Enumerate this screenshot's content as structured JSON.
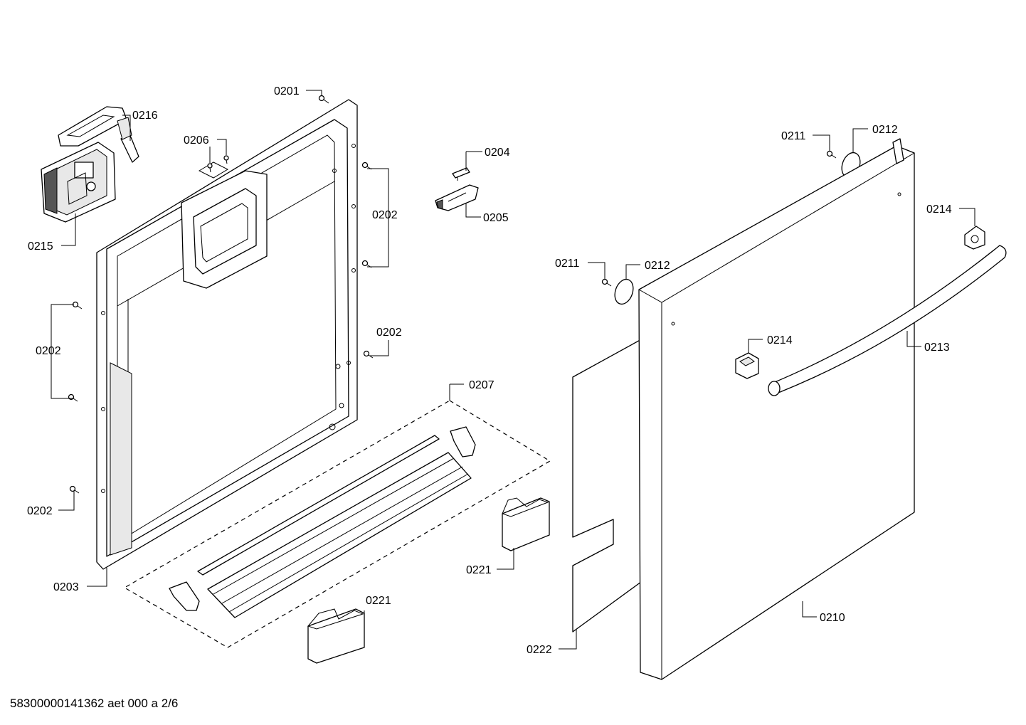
{
  "diagram": {
    "labels": {
      "p0201": "0201",
      "p0202a": "0202",
      "p0202b": "0202",
      "p0202c": "0202",
      "p0202d": "0202",
      "p0203": "0203",
      "p0204": "0204",
      "p0205": "0205",
      "p0206": "0206",
      "p0207": "0207",
      "p0210": "0210",
      "p0211a": "0211",
      "p0211b": "0211",
      "p0212a": "0212",
      "p0212b": "0212",
      "p0213": "0213",
      "p0214a": "0214",
      "p0214b": "0214",
      "p0215": "0215",
      "p0216": "0216",
      "p0221a": "0221",
      "p0221b": "0221",
      "p0222": "0222"
    },
    "footer": "58300000141362 aet 000 a 2/6"
  }
}
